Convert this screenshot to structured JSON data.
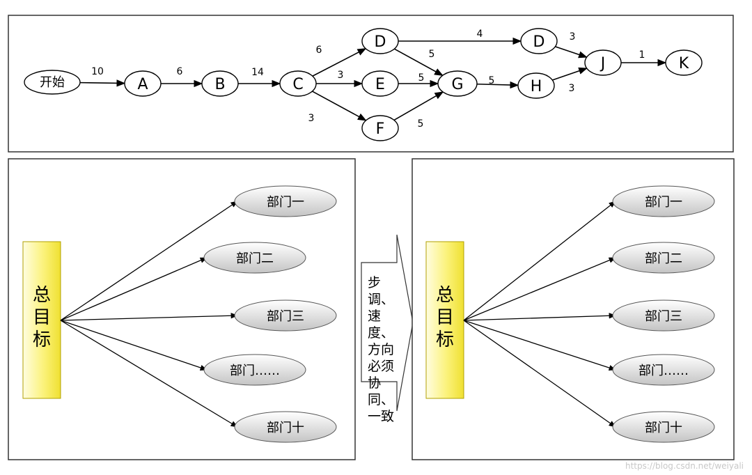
{
  "network": {
    "nodes": [
      {
        "id": "start",
        "label": "开始"
      },
      {
        "id": "A",
        "label": "A"
      },
      {
        "id": "B",
        "label": "B"
      },
      {
        "id": "C",
        "label": "C"
      },
      {
        "id": "D1",
        "label": "D"
      },
      {
        "id": "E",
        "label": "E"
      },
      {
        "id": "F",
        "label": "F"
      },
      {
        "id": "G",
        "label": "G"
      },
      {
        "id": "D2",
        "label": "D"
      },
      {
        "id": "H",
        "label": "H"
      },
      {
        "id": "J",
        "label": "J"
      },
      {
        "id": "K",
        "label": "K"
      }
    ],
    "edges": [
      {
        "from": "start",
        "to": "A",
        "weight": "10"
      },
      {
        "from": "A",
        "to": "B",
        "weight": "6"
      },
      {
        "from": "B",
        "to": "C",
        "weight": "14"
      },
      {
        "from": "C",
        "to": "D1",
        "weight": "6"
      },
      {
        "from": "C",
        "to": "E",
        "weight": "3"
      },
      {
        "from": "C",
        "to": "F",
        "weight": "3"
      },
      {
        "from": "D1",
        "to": "D2",
        "weight": "4"
      },
      {
        "from": "D1",
        "to": "G",
        "weight": "5"
      },
      {
        "from": "E",
        "to": "G",
        "weight": "5"
      },
      {
        "from": "F",
        "to": "G",
        "weight": "5"
      },
      {
        "from": "G",
        "to": "H",
        "weight": "5"
      },
      {
        "from": "D2",
        "to": "J",
        "weight": "3"
      },
      {
        "from": "H",
        "to": "J",
        "weight": "3"
      },
      {
        "from": "J",
        "to": "K",
        "weight": "1"
      }
    ]
  },
  "left_panel": {
    "goal_label": [
      "总",
      "目",
      "标"
    ],
    "departments": [
      "部门一",
      "部门二",
      "部门三",
      "部门……",
      "部门十"
    ]
  },
  "middle_arrow": {
    "text_lines": [
      "步",
      "调、",
      "速",
      "度、",
      "方向",
      "必须",
      "协",
      "同、",
      "一致"
    ]
  },
  "right_panel": {
    "goal_label": [
      "总",
      "目",
      "标"
    ],
    "departments": [
      "部门一",
      "部门二",
      "部门三",
      "部门……",
      "部门十"
    ]
  },
  "watermark": "https://blog.csdn.net/weiyali",
  "colors": {
    "goal_fill": "#fdf8a8",
    "goal_fill_dark": "#f2e430",
    "dept_fill_light": "#ffffff",
    "dept_fill_dark": "#c8c8c8",
    "line": "#000000"
  }
}
